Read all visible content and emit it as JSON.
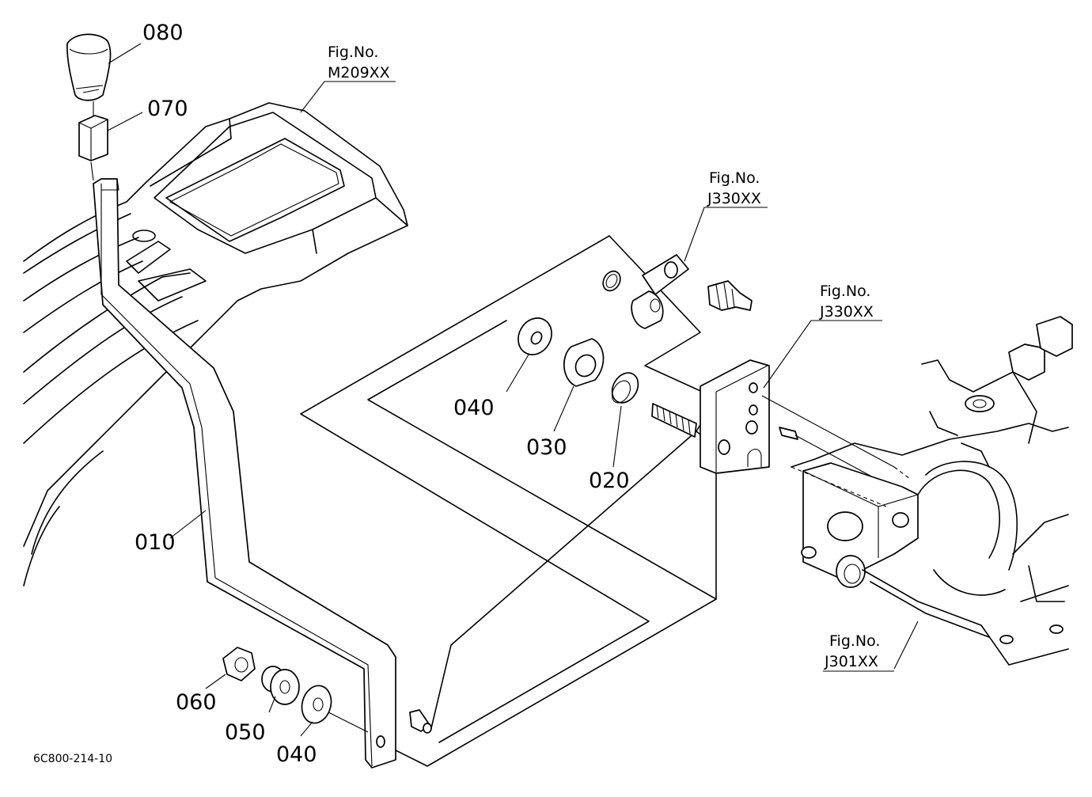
{
  "diagram": {
    "code": "6C800-214-10",
    "parts": [
      {
        "id": "080",
        "label": "080"
      },
      {
        "id": "070",
        "label": "070"
      },
      {
        "id": "010",
        "label": "010"
      },
      {
        "id": "040a",
        "label": "040"
      },
      {
        "id": "030",
        "label": "030"
      },
      {
        "id": "020",
        "label": "020"
      },
      {
        "id": "060",
        "label": "060"
      },
      {
        "id": "050",
        "label": "050"
      },
      {
        "id": "040b",
        "label": "040"
      }
    ],
    "figure_refs": [
      {
        "id": "m209",
        "line1": "Fig.No.",
        "line2": "M209XX"
      },
      {
        "id": "j330a",
        "line1": "Fig.No.",
        "line2": "J330XX"
      },
      {
        "id": "j330b",
        "line1": "Fig.No.",
        "line2": "J330XX"
      },
      {
        "id": "j301",
        "line1": "Fig.No.",
        "line2": "J301XX"
      }
    ]
  }
}
